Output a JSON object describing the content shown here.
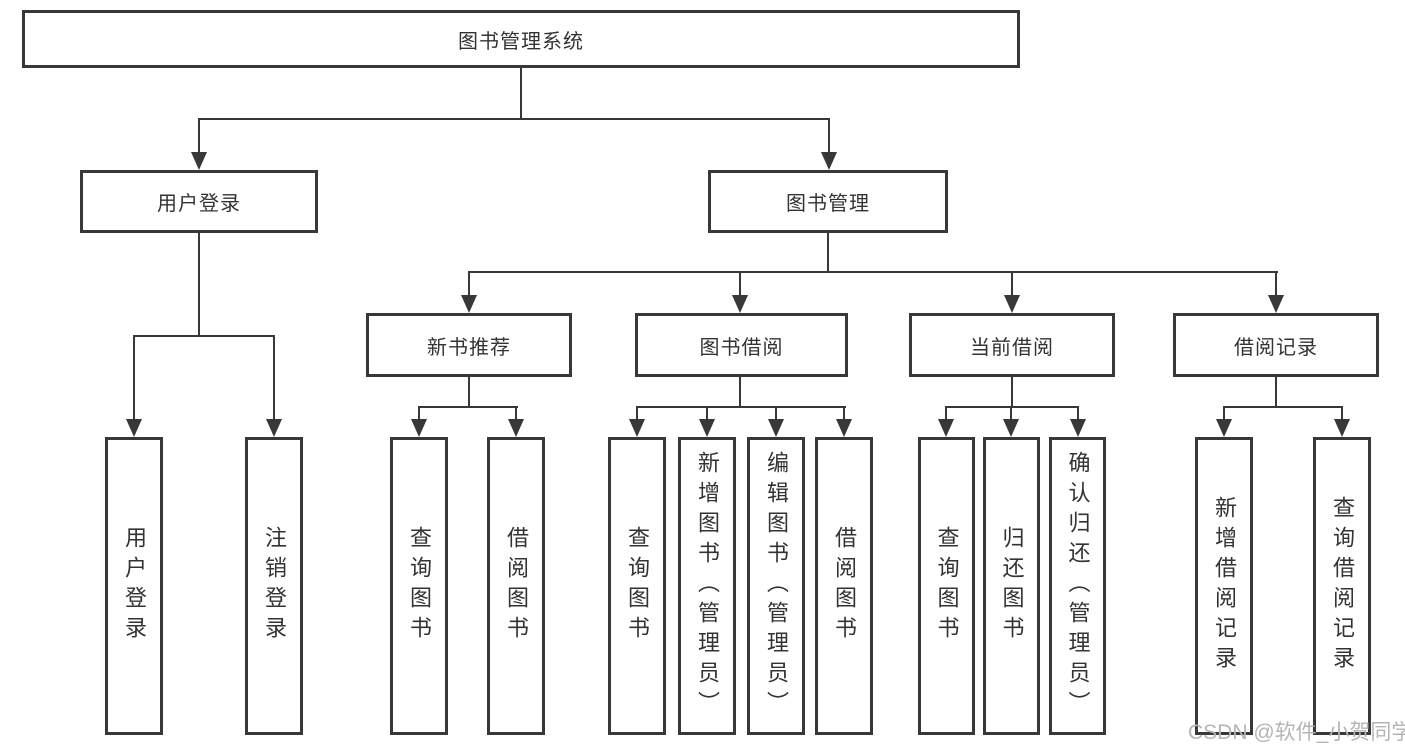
{
  "colors": {
    "line": "#383838",
    "text": "#333333",
    "watermark": "#b5b5b5",
    "background": "#ffffff"
  },
  "watermark": "CSDN @软件_小贺同学",
  "tree": {
    "label": "图书管理系统",
    "children": [
      {
        "label": "用户登录",
        "children": [
          {
            "label": "用户登录"
          },
          {
            "label": "注销登录"
          }
        ]
      },
      {
        "label": "图书管理",
        "children": [
          {
            "label": "新书推荐",
            "children": [
              {
                "label": "查询图书"
              },
              {
                "label": "借阅图书"
              }
            ]
          },
          {
            "label": "图书借阅",
            "children": [
              {
                "label": "查询图书"
              },
              {
                "label": "新增图书（管理员）"
              },
              {
                "label": "编辑图书（管理员）"
              },
              {
                "label": "借阅图书"
              }
            ]
          },
          {
            "label": "当前借阅",
            "children": [
              {
                "label": "查询图书"
              },
              {
                "label": "归还图书"
              },
              {
                "label": "确认归还（管理员）"
              }
            ]
          },
          {
            "label": "借阅记录",
            "children": [
              {
                "label": "新增借阅记录"
              },
              {
                "label": "查询借阅记录"
              }
            ]
          }
        ]
      }
    ]
  }
}
